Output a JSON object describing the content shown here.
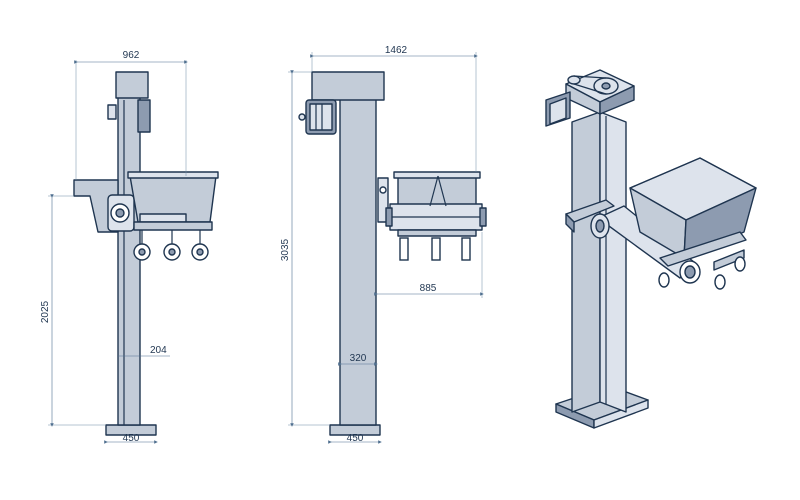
{
  "dimensions": {
    "side_width": "962",
    "side_height": "2025",
    "side_column": "204",
    "side_base": "450",
    "front_width": "1462",
    "front_height": "3035",
    "front_column": "320",
    "front_reach": "885",
    "front_base": "450"
  },
  "colors": {
    "steel_fill": "#c3ccd8",
    "outline": "#1f3550",
    "dimension_line": "#4f6f8f"
  }
}
